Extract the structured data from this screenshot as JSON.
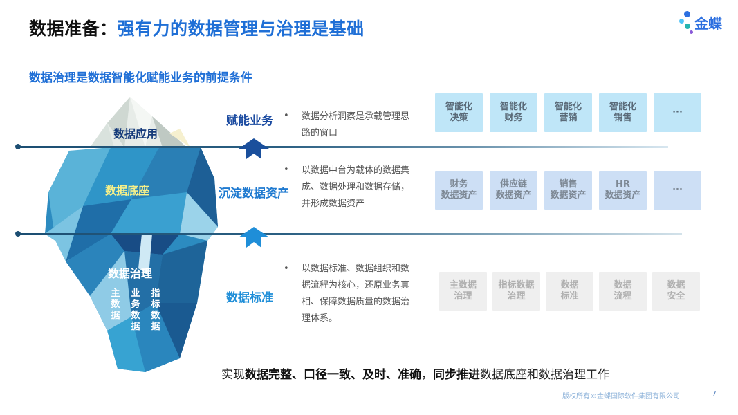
{
  "header": {
    "title_prefix": "数据准备：",
    "title_main": "强有力的数据管理与治理是基础",
    "logo_text": "金蝶"
  },
  "subtitle": "数据治理是数据智能化赋能业务的前提条件",
  "iceberg": {
    "top_label": "数据应用",
    "middle_label": "数据底座",
    "bottom_label": "数据治理",
    "columns": [
      [
        "主",
        "数",
        "据"
      ],
      [
        "业",
        "务",
        "数",
        "据"
      ],
      [
        "指",
        "标",
        "数",
        "据"
      ]
    ]
  },
  "layers": [
    {
      "label": "赋能业务",
      "bullet": "•",
      "description": "数据分析洞察是承载管理思路的窗口",
      "boxes": [
        {
          "line1": "智能化",
          "line2": "决策"
        },
        {
          "line1": "智能化",
          "line2": "财务"
        },
        {
          "line1": "智能化",
          "line2": "营销"
        },
        {
          "line1": "智能化",
          "line2": "销售"
        },
        {
          "line1": "···",
          "line2": ""
        }
      ]
    },
    {
      "label": "沉淀数据资产",
      "bullet": "•",
      "description": "以数据中台为载体的数据集成、数据处理和数据存储，并形成数据资产",
      "boxes": [
        {
          "line1": "财务",
          "line2": "数据资产"
        },
        {
          "line1": "供应链",
          "line2": "数据资产"
        },
        {
          "line1": "销售",
          "line2": "数据资产"
        },
        {
          "line1": "HR",
          "line2": "数据资产"
        },
        {
          "line1": "···",
          "line2": ""
        }
      ]
    },
    {
      "label": "数据标准",
      "bullet": "•",
      "description": "以数据标准、数据组织和数据流程为核心，还原业务真相、保障数据质量的数据治理体系。",
      "boxes": [
        {
          "line1": "主数据",
          "line2": "治理"
        },
        {
          "line1": "指标数据",
          "line2": "治理"
        },
        {
          "line1": "数据",
          "line2": "标准"
        },
        {
          "line1": "数据",
          "line2": "流程"
        },
        {
          "line1": "数据",
          "line2": "安全"
        }
      ]
    }
  ],
  "conclusion": {
    "part1": "实现",
    "part2_bold": "数据完整、口径一致、及时、准确",
    "part3": "，",
    "part4_bold": "同步推进",
    "part5": "数据底座和数据治理工作"
  },
  "footer": {
    "copyright": "版权所有©金蝶国际软件集团有限公司",
    "page_number": "7"
  },
  "colors": {
    "title_blue": "#1f6fd6",
    "arrow_dark": "#1a4f9c",
    "arrow_light": "#1f8ed8",
    "row1_box": "#bfe6f8",
    "row2_box": "#cddff5",
    "row3_box": "#efefef"
  }
}
